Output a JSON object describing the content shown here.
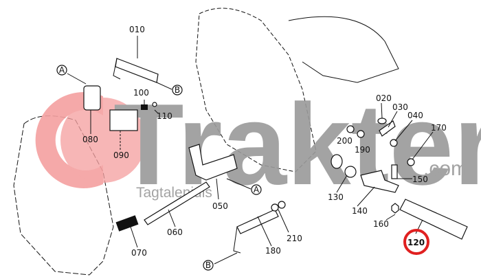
{
  "watermark": {
    "brand": "Trakter",
    "domain": ".com",
    "subtitle": "Tagtalenidis",
    "logo_color": "#f4a0a0",
    "text_color": "#9a9a9a"
  },
  "callouts": {
    "ref_a": "A",
    "ref_b": "B",
    "highlight_color": "#e02020"
  },
  "part_labels": {
    "p010": "010",
    "p020": "020",
    "p030": "030",
    "p040": "040",
    "p050": "050",
    "p060": "060",
    "p070": "070",
    "p080": "080",
    "p090": "090",
    "p100": "100",
    "p110": "110",
    "p120": "120",
    "p130": "130",
    "p140": "140",
    "p150": "150",
    "p160": "160",
    "p170": "170",
    "p180": "180",
    "p190": "190",
    "p200": "200",
    "p210": "210"
  }
}
